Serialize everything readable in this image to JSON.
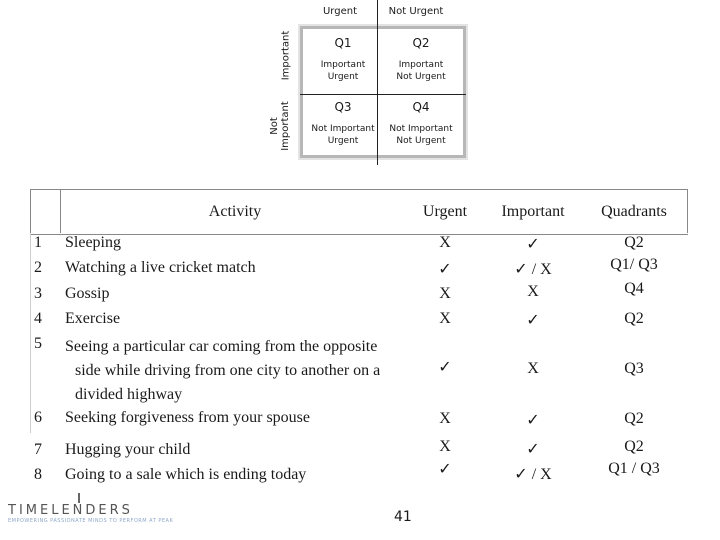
{
  "matrix": {
    "col_urgent": "Urgent",
    "col_not_urgent": "Not Urgent",
    "row_important": "Important",
    "row_not_important_1": "Not",
    "row_not_important_2": "Important",
    "q1": {
      "name": "Q1",
      "line1": "Important",
      "line2": "Urgent"
    },
    "q2": {
      "name": "Q2",
      "line1": "Important",
      "line2": "Not Urgent"
    },
    "q3": {
      "name": "Q3",
      "line1": "Not Important",
      "line2": "Urgent"
    },
    "q4": {
      "name": "Q4",
      "line1": "Not Important",
      "line2": "Not Urgent"
    }
  },
  "table": {
    "headers": {
      "activity": "Activity",
      "urgent": "Urgent",
      "important": "Important",
      "quadrants": "Quadrants"
    },
    "rows": [
      {
        "num": "1",
        "activity": "Sleeping",
        "urgent": "X",
        "important": "✓",
        "quadrant": "Q2"
      },
      {
        "num": "2",
        "activity": "Watching a live cricket match",
        "urgent": "✓",
        "important": "✓ / X",
        "quadrant": "Q1/ Q3"
      },
      {
        "num": "3",
        "activity": "Gossip",
        "urgent": "X",
        "important": "X",
        "quadrant": "Q4"
      },
      {
        "num": "4",
        "activity": "Exercise",
        "urgent": "X",
        "important": "✓",
        "quadrant": "Q2"
      },
      {
        "num": "5",
        "activity_l1": "Seeing a particular car coming from the opposite",
        "activity_l2": "side while driving from one city to another on a",
        "activity_l3": "divided highway",
        "urgent": "✓",
        "important": "X",
        "quadrant": "Q3"
      },
      {
        "num": "6",
        "activity": "Seeking forgiveness from your spouse",
        "urgent": "X",
        "important": "✓",
        "quadrant": "Q2"
      },
      {
        "num": "7",
        "activity": "Hugging your child",
        "urgent": "X",
        "important": "✓",
        "quadrant": "Q2"
      },
      {
        "num": "8",
        "activity": "Going to a sale which is ending today",
        "urgent": "✓",
        "important": "✓ / X",
        "quadrant": "Q1 / Q3"
      }
    ]
  },
  "footer": {
    "brand": "TIMELENDERS",
    "tagline": "EMPOWERING PASSIONATE MINDS TO PERFORM AT PEAK",
    "page": "41"
  }
}
